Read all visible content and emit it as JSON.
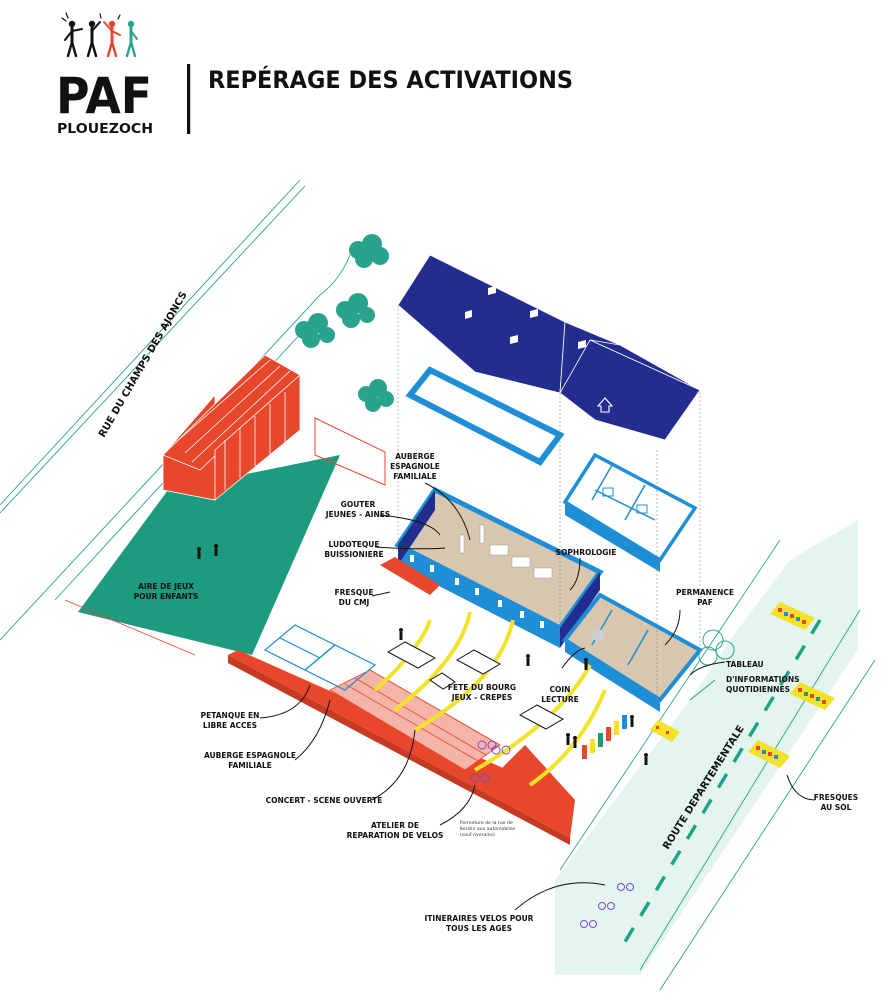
{
  "header": {
    "logo_main": "PAF",
    "logo_sub": "PLOUEZOCH",
    "title": "REPÉRAGE DES ACTIVATIONS"
  },
  "streets": {
    "left": "RUE DU CHAMPS DES AJONCS",
    "right": "ROUTE DEPARTEMENTALE"
  },
  "labels": {
    "aire_jeux": [
      "AIRE DE JEUX",
      "POUR ENFANTS"
    ],
    "auberge_top": [
      "AUBERGE",
      "ESPAGNOLE",
      "FAMILIALE"
    ],
    "gouter": [
      "GOUTER",
      "JEUNES - AINES"
    ],
    "ludotheque": [
      "LUDOTEQUE",
      "BUISSIONIERE"
    ],
    "fresque_cmj": [
      "FRESQUE",
      "DU CMJ"
    ],
    "sophrologie": [
      "SOPHROLOGIE"
    ],
    "permanence": [
      "PERMANENCE",
      "PAF"
    ],
    "tableau": [
      "TABLEAU",
      "D'INFORMATIONS",
      "QUOTIDIENNES"
    ],
    "coin_lecture": [
      "COIN",
      "LECTURE"
    ],
    "fete": [
      "FETE DU BOURG",
      "JEUX - CREPES"
    ],
    "petanque": [
      "PETANQUE EN",
      "LIBRE ACCES"
    ],
    "auberge_bottom": [
      "AUBERGE ESPAGNOLE",
      "FAMILIALE"
    ],
    "concert": [
      "CONCERT - SCENE OUVERTE"
    ],
    "atelier": [
      "ATELIER DE",
      "REPARATION DE VELOS"
    ],
    "fermeture": [
      "Fermeture de la rue de",
      "Kerizin aux automobiles",
      "(sauf riverains)"
    ],
    "fresques_sol": [
      "FRESQUES",
      "AU SOL"
    ],
    "itineraires": [
      "ITINERAIRES VELOS POUR",
      "TOUS LES AGES"
    ]
  },
  "colors": {
    "roof_blue": "#232d8f",
    "wall_blue": "#1e8ed6",
    "hall_red": "#e8472c",
    "play_green": "#1e9a7f",
    "tree_teal": "#2aa38c",
    "path_yellow": "#f3e227",
    "road_mint": "#e4f5ef",
    "road_dash": "#1fa387",
    "ink": "#111111"
  }
}
